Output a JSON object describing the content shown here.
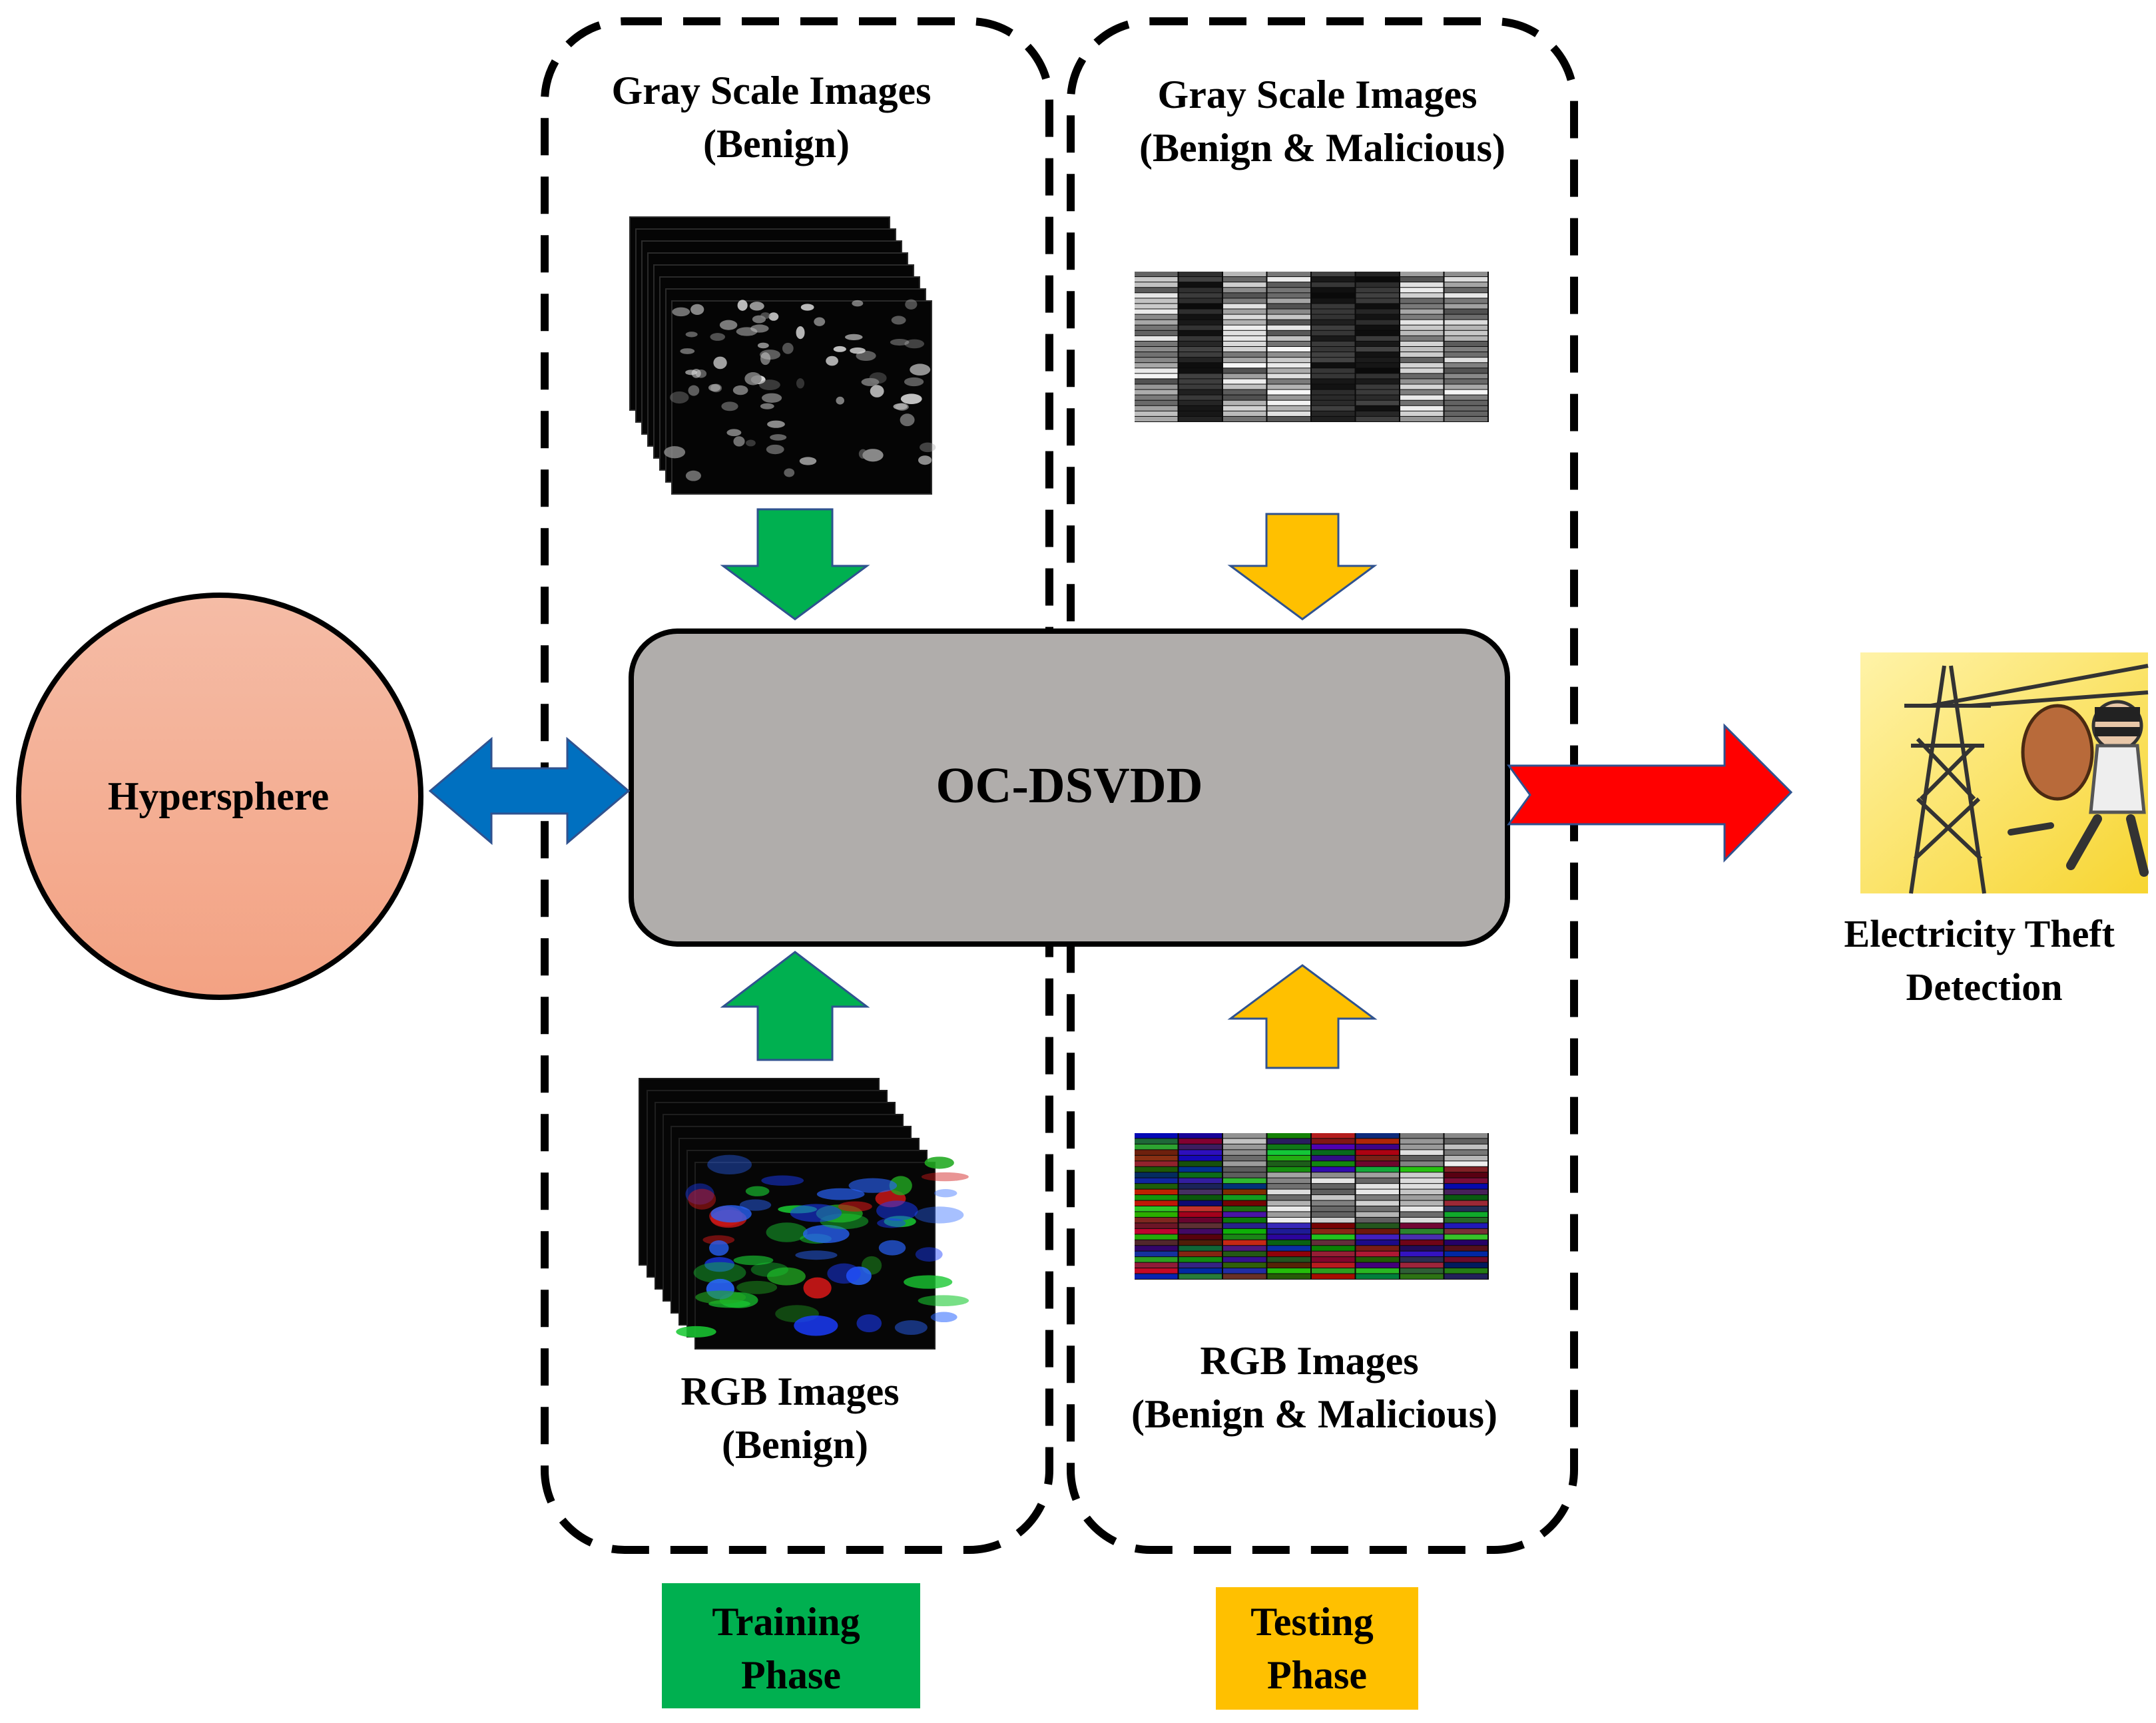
{
  "training_panel": {
    "gray_title": [
      "Gray Scale Images",
      "(Benign)"
    ],
    "rgb_title": [
      "RGB Images",
      "(Benign)"
    ]
  },
  "testing_panel": {
    "gray_title": [
      "Gray Scale Images",
      "(Benign & Malicious)"
    ],
    "rgb_title": [
      "RGB Images",
      "(Benign & Malicious)"
    ]
  },
  "model": {
    "label": "OC-DSVDD"
  },
  "hypersphere": {
    "label": "Hypersphere"
  },
  "output": {
    "label": [
      "Electricity Theft",
      "Detection"
    ]
  },
  "phases": {
    "training": [
      "Training",
      "Phase"
    ],
    "testing": [
      "Testing",
      "Phase"
    ]
  },
  "colors": {
    "training_green": "#00b050",
    "testing_yellow": "#ffc000",
    "bidirectional_blue": "#0070c0",
    "output_red": "#ff0000",
    "model_gray": "#b0adab",
    "hypersphere_fill": "#f4a98c"
  },
  "icons": {
    "output_illustration": "thief-with-electricity-pylon-icon"
  }
}
